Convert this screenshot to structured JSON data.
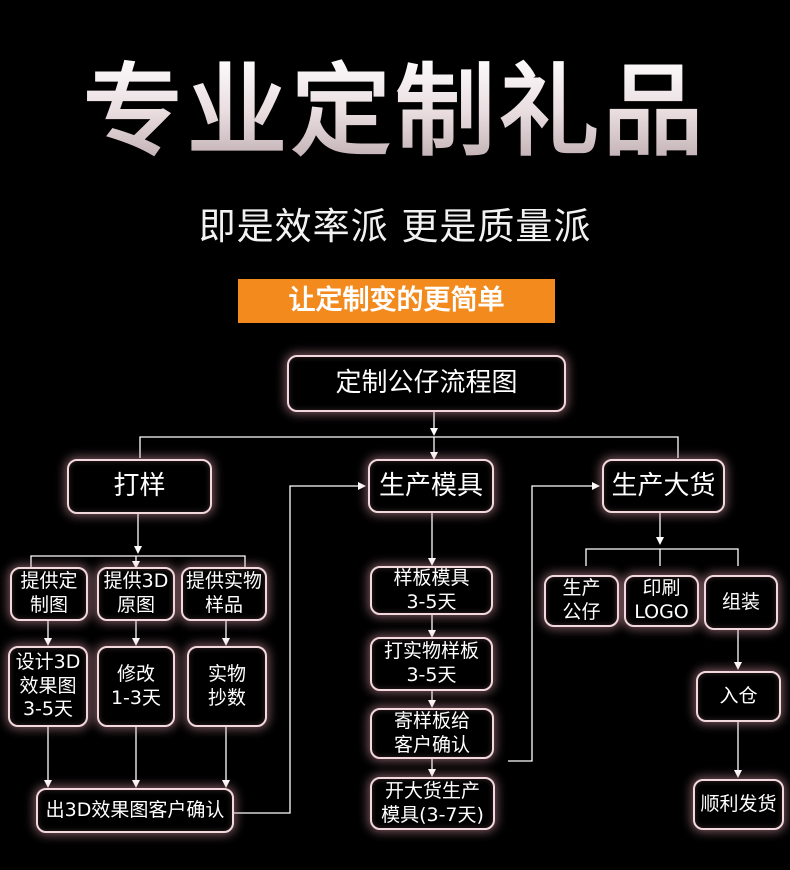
{
  "header": {
    "title": "专业定制礼品",
    "subtitle": "即是效率派 更是质量派",
    "banner": "让定制变的更简单"
  },
  "diagram": {
    "root": "定制公仔流程图",
    "branches": {
      "sample": "打样",
      "mold": "生产模具",
      "bulk": "生产大货"
    },
    "sample_steps": {
      "provide_drawing": "提供定\n制图",
      "provide_3d": "提供3D\n原图",
      "provide_physical": "提供实物\n样品",
      "design_3d": "设计3D\n效果图\n3-5天",
      "modify": "修改\n1-3天",
      "copy_physical": "实物\n抄数",
      "confirm": "出3D效果图客户确认"
    },
    "mold_steps": {
      "sample_mold": "样板模具\n3-5天",
      "make_sample": "打实物样板\n3-5天",
      "send_sample": "寄样板给\n客户确认",
      "open_mold": "开大货生产\n模具(3-7天)"
    },
    "bulk_steps": {
      "produce_doll": "生产\n公仔",
      "print_logo": "印刷\nLOGO",
      "assemble": "组装",
      "warehouse": "入仓",
      "ship": "顺利发货"
    }
  }
}
